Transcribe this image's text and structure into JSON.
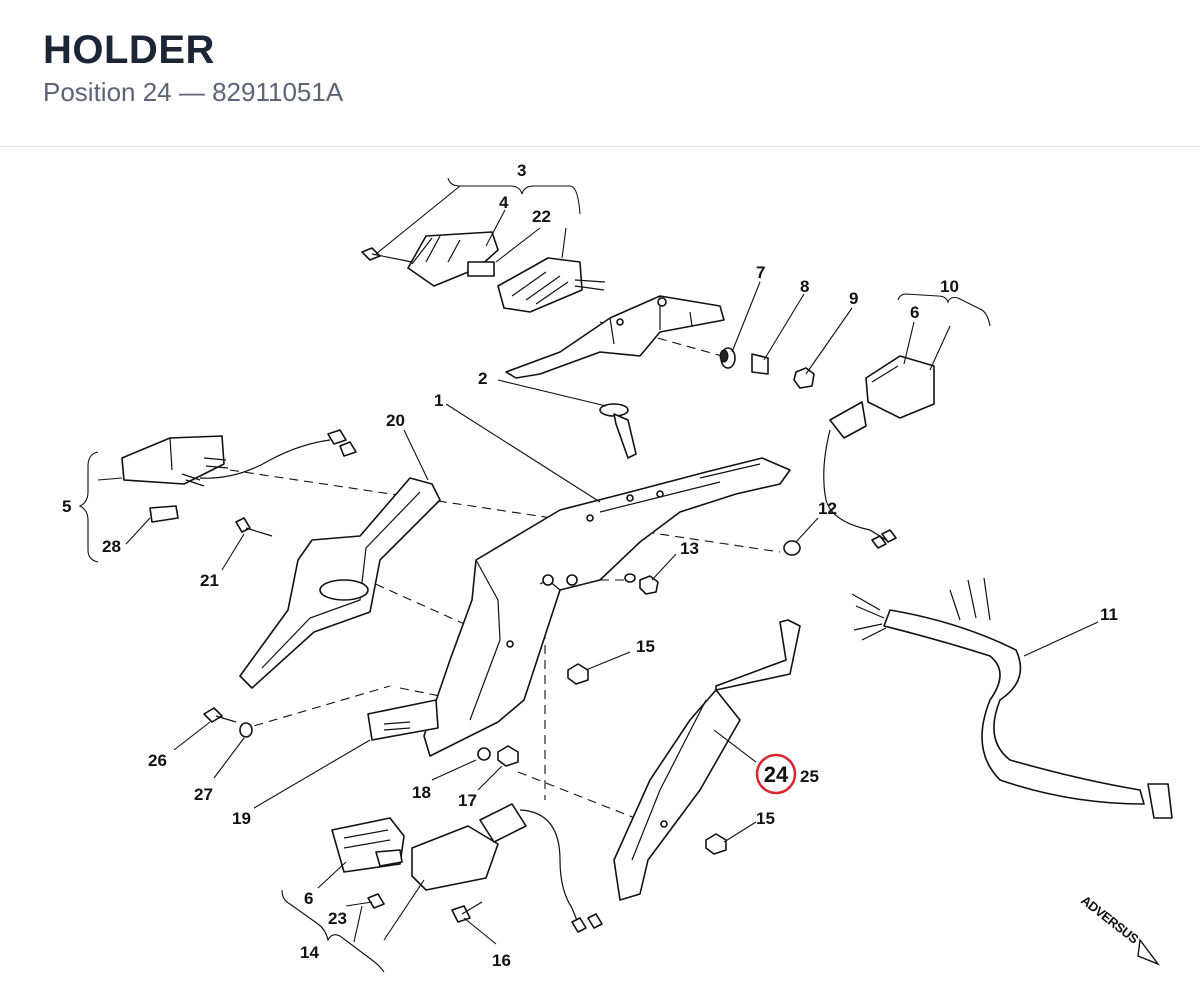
{
  "header": {
    "title": "HOLDER",
    "subtitle": "Position 24 — 82911051A"
  },
  "diagram": {
    "highlight_color": "#d9262e",
    "selected_label": "24",
    "watermark": "ADVERSUS",
    "callouts": [
      "3",
      "4",
      "22",
      "7",
      "8",
      "9",
      "10",
      "6",
      "2",
      "1",
      "20",
      "5",
      "28",
      "21",
      "12",
      "13",
      "15",
      "11",
      "26",
      "27",
      "19",
      "18",
      "17",
      "24",
      "25",
      "15",
      "6",
      "23",
      "14",
      "16"
    ]
  }
}
